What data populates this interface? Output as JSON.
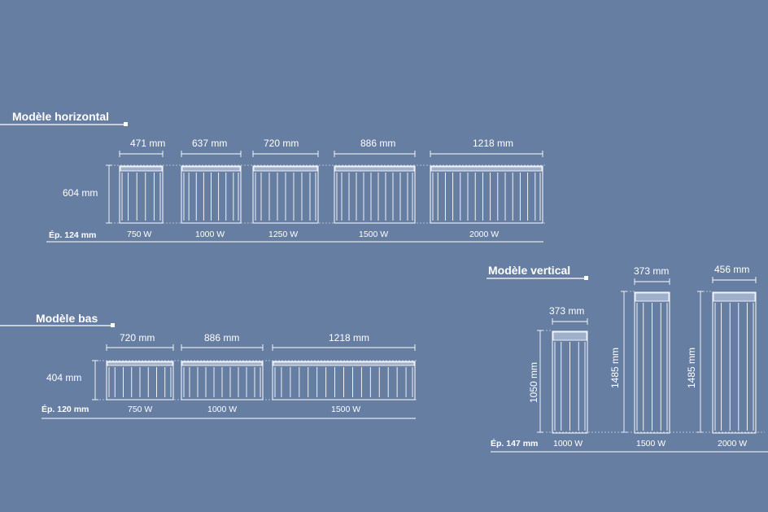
{
  "colors": {
    "background": "#677ea3",
    "line": "#ffffff",
    "dotted": "#c9d2e2"
  },
  "horizontal": {
    "title": "Modèle horizontal",
    "height": "604 mm",
    "depth": "Ép. 124 mm",
    "models": [
      {
        "width": "471 mm",
        "power": "750 W",
        "fins": 5
      },
      {
        "width": "637 mm",
        "power": "1000 W",
        "fins": 8
      },
      {
        "width": "720 mm",
        "power": "1250 W",
        "fins": 8
      },
      {
        "width": "886 mm",
        "power": "1500 W",
        "fins": 11
      },
      {
        "width": "1218 mm",
        "power": "2000 W",
        "fins": 15
      }
    ]
  },
  "low": {
    "title": "Modèle bas",
    "height": "404 mm",
    "depth": "Ép. 120 mm",
    "models": [
      {
        "width": "720 mm",
        "power": "750 W",
        "fins": 8
      },
      {
        "width": "886 mm",
        "power": "1000 W",
        "fins": 10
      },
      {
        "width": "1218 mm",
        "power": "1500 W",
        "fins": 16
      }
    ]
  },
  "vertical": {
    "title": "Modèle vertical",
    "depth": "Ép. 147 mm",
    "models": [
      {
        "width": "373 mm",
        "height": "1050 mm",
        "power": "1000 W",
        "fins": 4
      },
      {
        "width": "373 mm",
        "height": "1485 mm",
        "power": "1500 W",
        "fins": 4
      },
      {
        "width": "456 mm",
        "height": "1485 mm",
        "power": "2000 W",
        "fins": 5
      }
    ]
  }
}
